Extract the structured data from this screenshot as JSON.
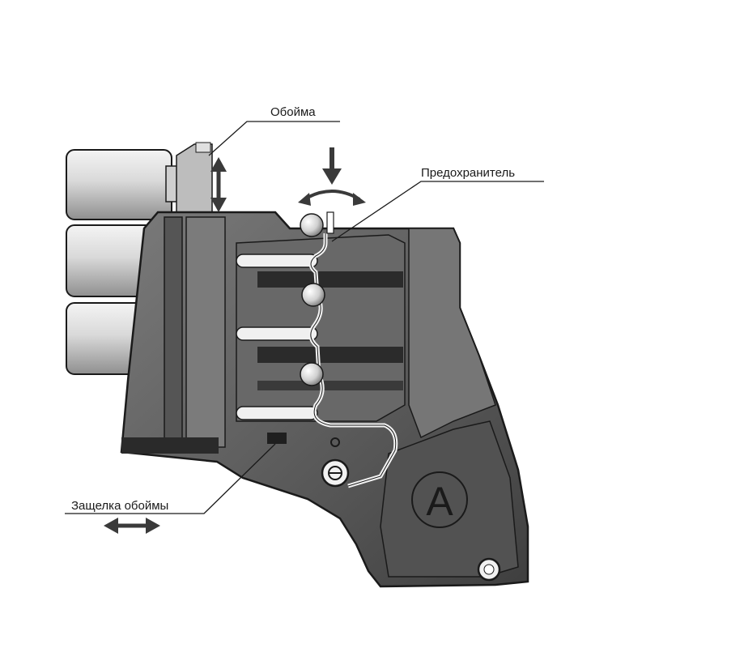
{
  "labels": {
    "clip": "Обойма",
    "safety": "Предохранитель",
    "clip_latch": "Защелка обоймы"
  },
  "marks": {
    "emblem_letter": "A"
  },
  "colors": {
    "background": "#ffffff",
    "ink": "#1a1a1a",
    "body_dark": "#4a4a4a",
    "body_mid": "#6e6e6e",
    "body_light": "#9a9a9a",
    "cylinder": "#d6d6d6",
    "highlight": "#f2f2f2"
  }
}
